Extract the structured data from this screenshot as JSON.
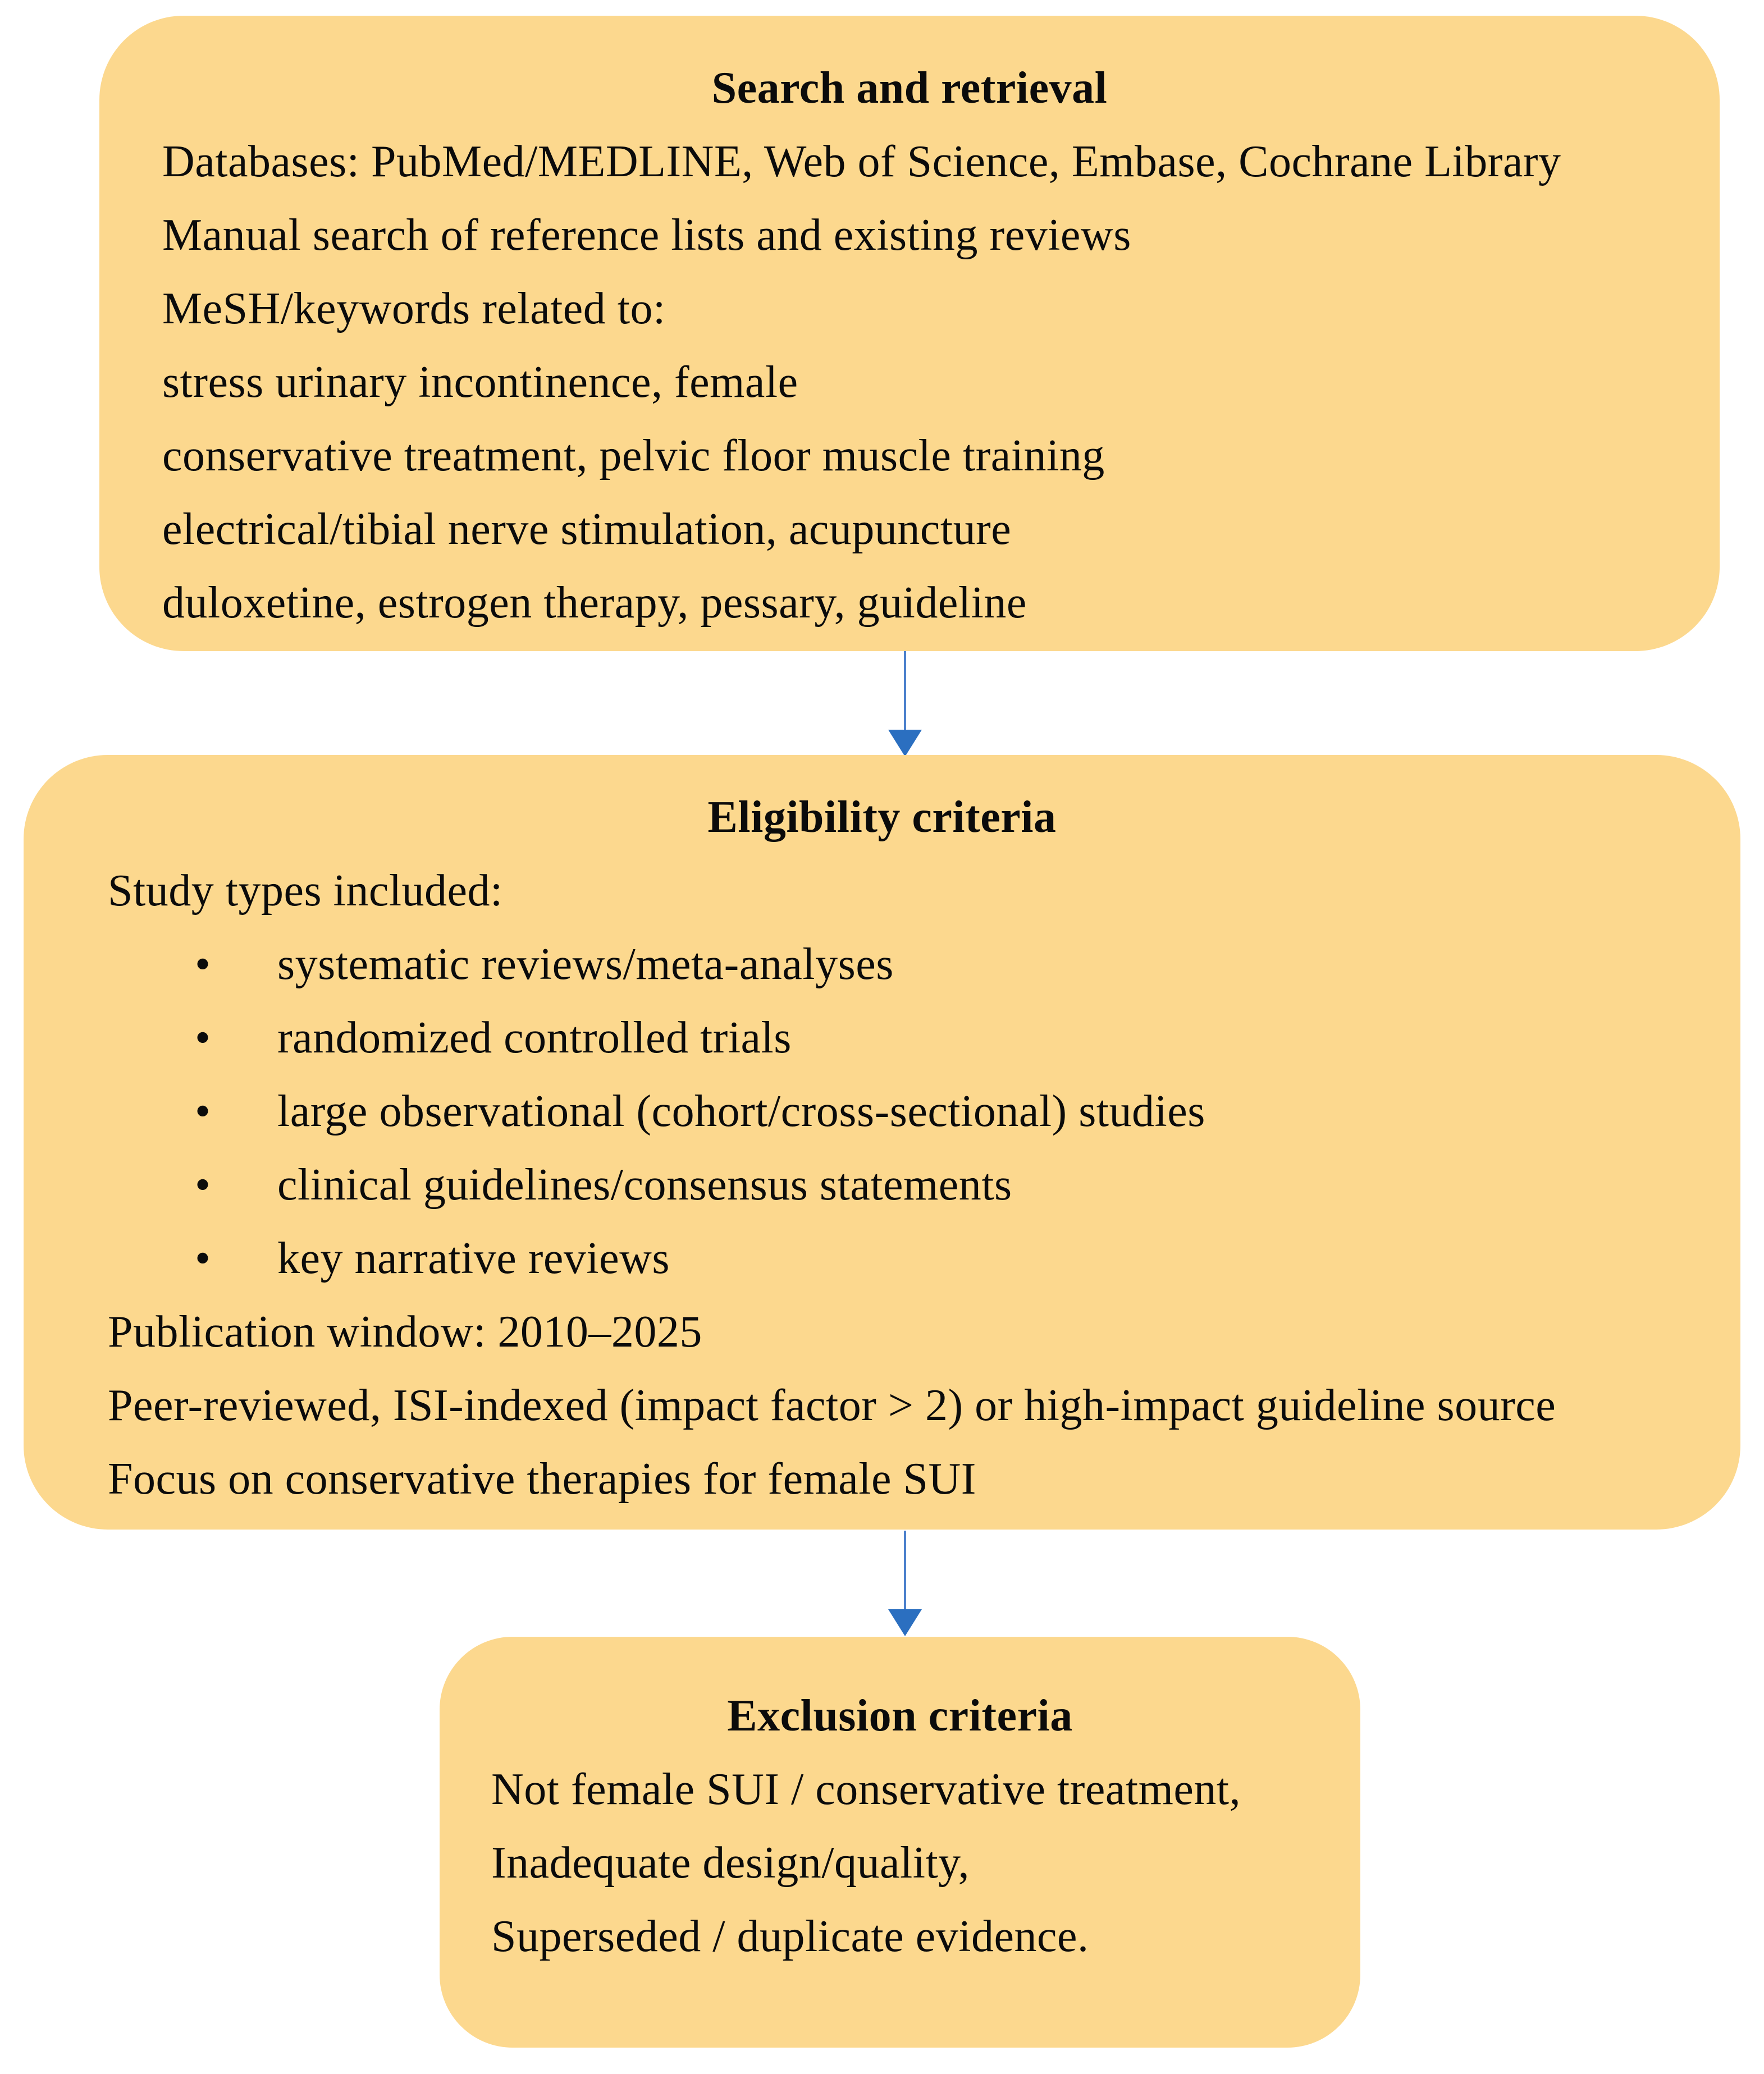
{
  "flow": {
    "colors": {
      "background": "#FFFFFF",
      "box_fill": "#FCD88E",
      "arrow_line": "#4B80CC",
      "arrow_head": "#2B6FC0",
      "text": "#0B0B0B"
    },
    "bullet_glyph": "•",
    "boxes": [
      {
        "title": "Search and retrieval",
        "lines": [
          {
            "text": "Databases: PubMed/MEDLINE, Web of Science, Embase, Cochrane Library"
          },
          {
            "text": "Manual search of reference lists and existing reviews"
          },
          {
            "text": "MeSH/keywords related to:"
          },
          {
            "text": "stress urinary incontinence, female"
          },
          {
            "text": "conservative treatment, pelvic floor muscle training"
          },
          {
            "text": "electrical/tibial nerve stimulation, acupuncture"
          },
          {
            "text": "duloxetine, estrogen therapy, pessary, guideline"
          }
        ]
      },
      {
        "title": "Eligibility criteria",
        "lines": [
          {
            "text": "Study types included:",
            "bullet": false
          },
          {
            "text": "systematic reviews/meta-analyses",
            "bullet": true
          },
          {
            "text": "randomized controlled trials",
            "bullet": true
          },
          {
            "text": "large observational (cohort/cross-sectional) studies",
            "bullet": true
          },
          {
            "text": "clinical guidelines/consensus statements",
            "bullet": true
          },
          {
            "text": "key narrative reviews",
            "bullet": true
          },
          {
            "text": "Publication window: 2010–2025",
            "bullet": false
          },
          {
            "text": "Peer-reviewed, ISI-indexed (impact factor > 2) or high-impact guideline source",
            "bullet": false
          },
          {
            "text": "Focus on conservative therapies for female SUI",
            "bullet": false
          }
        ]
      },
      {
        "title": "Exclusion criteria",
        "lines": [
          {
            "text": "Not female SUI / conservative treatment,"
          },
          {
            "text": "Inadequate design/quality,"
          },
          {
            "text": "Superseded / duplicate evidence."
          }
        ]
      }
    ]
  }
}
